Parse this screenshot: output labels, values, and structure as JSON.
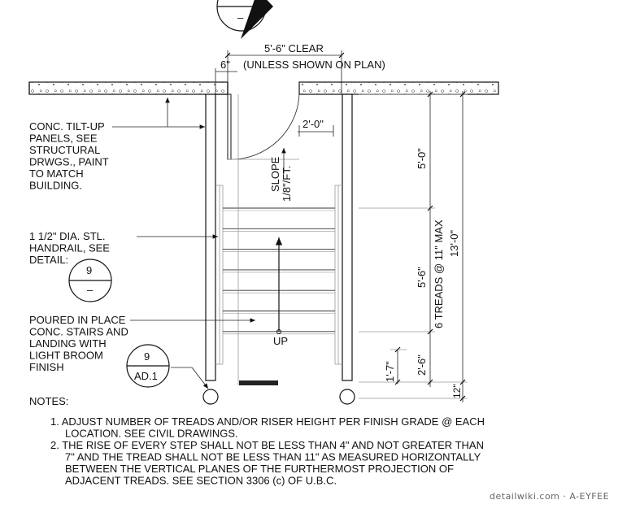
{
  "dimensions": {
    "clear": "5'-6\" CLEAR",
    "clear_note": "(UNLESS SHOWN ON PLAN)",
    "six_inch": "6\"",
    "two_ft": "2'-0\"",
    "five_ft": "5'-0\"",
    "five_six": "5'-6\"",
    "treads": "6 TREADS @ 11\" MAX",
    "thirteen": "13'-0\"",
    "two_six": "2'-6\"",
    "one_seven": "1'-7\"",
    "twelve": "12\""
  },
  "slope": {
    "line1": "SLOPE",
    "line2": "1/8\"/FT."
  },
  "up_label": "UP",
  "callouts": {
    "panels": [
      "CONC. TILT-UP",
      "PANELS, SEE",
      "STRUCTURAL",
      "DRWGS., PAINT",
      "TO MATCH",
      "BUILDING."
    ],
    "handrail": [
      "1 1/2\" DIA. STL.",
      "HANDRAIL, SEE",
      "DETAIL:"
    ],
    "stairs": [
      "POURED IN PLACE",
      "CONC. STAIRS AND",
      "LANDING WITH",
      "LIGHT BROOM",
      "FINISH"
    ]
  },
  "detail_bubble": {
    "number": "9",
    "sheet": "–"
  },
  "section_bubble": {
    "number": "9",
    "sheet": "AD.1"
  },
  "top_bubble": {
    "sheet": "–"
  },
  "notes": {
    "title": "NOTES:",
    "items": [
      [
        "1. ADJUST NUMBER OF TREADS AND/OR RISER HEIGHT PER FINISH GRADE @ EACH",
        "LOCATION. SEE CIVIL DRAWINGS."
      ],
      [
        "2. THE RISE OF EVERY STEP SHALL NOT BE LESS THAN 4\" AND NOT GREATER THAN",
        "7\" AND THE TREAD SHALL NOT BE LESS THAN 11\" AS MEASURED HORIZONTALLY",
        "BETWEEN THE VERTICAL PLANES OF THE FURTHERMOST PROJECTION OF",
        "ADJACENT TREADS. SEE SECTION 3306 (c) OF U.B.C."
      ]
    ]
  },
  "watermark": "detailwiki.com · A-EYFEE"
}
